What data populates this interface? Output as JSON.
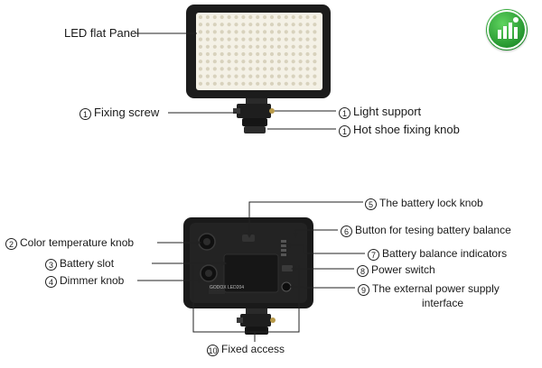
{
  "labels": {
    "led_panel": "LED flat Panel",
    "fixing_screw": "Fixing screw",
    "light_support": "Light support",
    "hot_shoe": "Hot shoe fixing knob",
    "battery_lock": "The battery lock knob",
    "battery_balance_button": "Button for tesing battery balance",
    "color_temp": "Color temperature knob",
    "battery_indicators": "Battery balance indicators",
    "battery_slot": "Battery slot",
    "power_switch": "Power switch",
    "dimmer": "Dimmer knob",
    "ext_power_1": "The external power supply",
    "ext_power_2": "interface",
    "fixed_access": "Fixed access"
  },
  "numbers": {
    "fixing_screw": "1",
    "light_support": "1",
    "hot_shoe": "1",
    "battery_lock": "5",
    "battery_balance_button": "6",
    "color_temp": "2",
    "battery_indicators": "7",
    "battery_slot": "3",
    "power_switch": "8",
    "dimmer": "4",
    "ext_power": "9",
    "fixed_access": "10"
  },
  "device_text": {
    "brand": "GODOX",
    "model": "LED204"
  },
  "colors": {
    "led_panel_face": "#f4f1e6",
    "led_dot": "#d8d2bd",
    "frame": "#1c1c1c",
    "leader_line": "#222222",
    "logo_green": "#2ea43a"
  },
  "icons": {
    "logo": "chart-logo-icon"
  }
}
